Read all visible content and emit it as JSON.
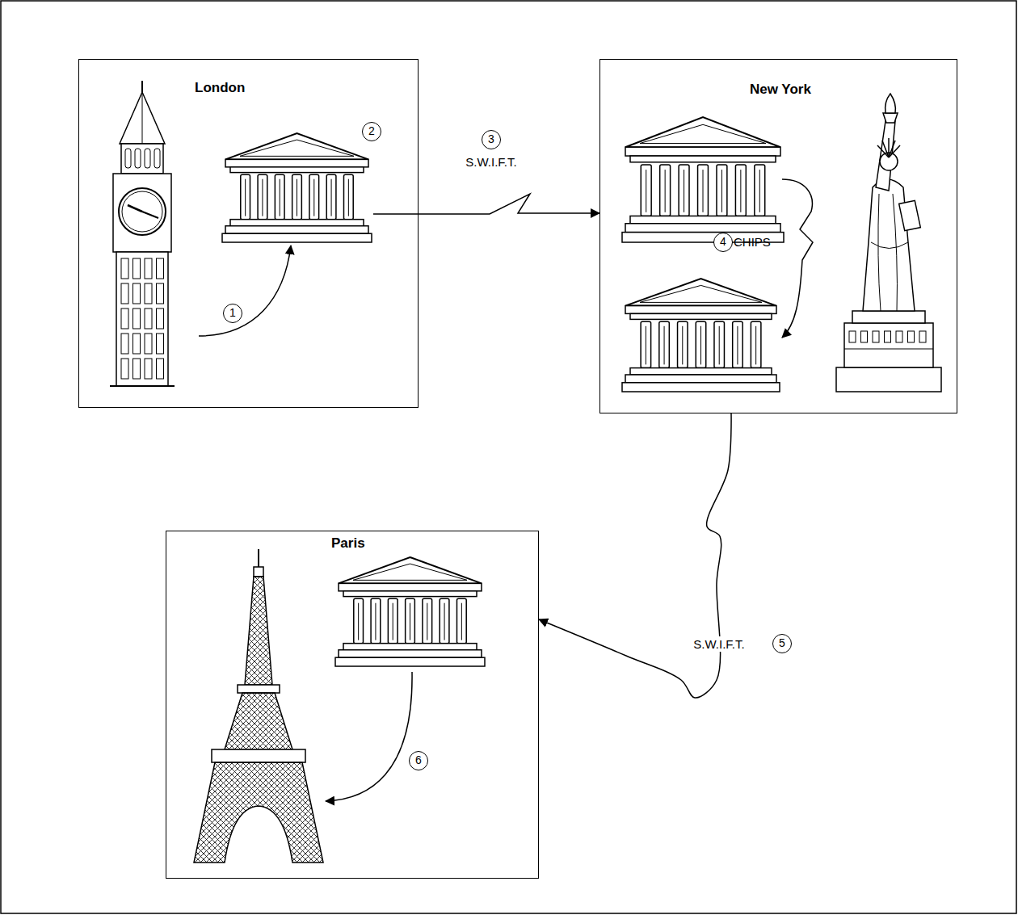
{
  "diagram": {
    "nodes": [
      {
        "text": [
          "London"
        ]
      },
      {
        "text": [
          "New York"
        ]
      },
      {
        "text": [
          "Paris"
        ]
      }
    ],
    "edges": [
      {
        "from": 0,
        "to": 1,
        "arrow": "to",
        "label": "S.W.I.F.T."
      },
      {
        "from": 1,
        "to": 2,
        "arrow": "to",
        "label": "S.W.I.F.T."
      }
    ],
    "labels": [
      "1",
      "2",
      "3",
      "4",
      "CHIPS",
      "5",
      "6"
    ]
  }
}
